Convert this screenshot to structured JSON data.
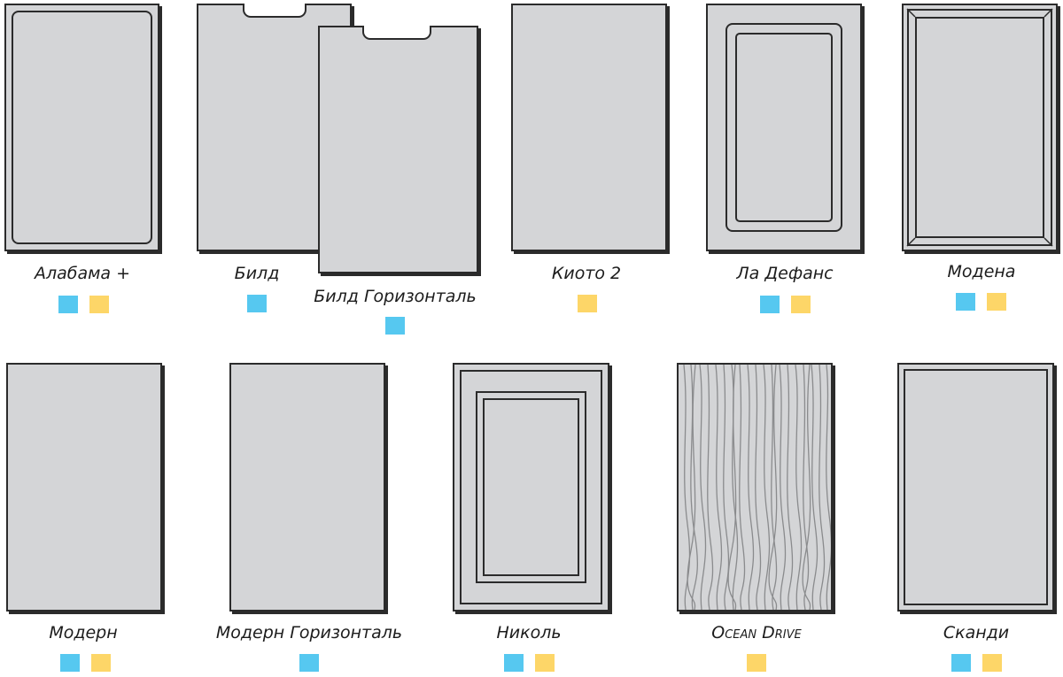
{
  "colors": {
    "blue": "#56c8f0",
    "yellow": "#fdd668",
    "door_fill": "#d4d5d7",
    "outline": "#2b2b2b"
  },
  "products": [
    {
      "name": "Алабама +",
      "swatches": [
        "blue",
        "yellow"
      ]
    },
    {
      "name": "Билд",
      "swatches": [
        "blue"
      ]
    },
    {
      "name": "Билд Горизонталь",
      "swatches": [
        "blue"
      ]
    },
    {
      "name": "Киото 2",
      "swatches": [
        "yellow"
      ]
    },
    {
      "name": "Ла Дефанс",
      "swatches": [
        "blue",
        "yellow"
      ]
    },
    {
      "name": "Модена",
      "swatches": [
        "blue",
        "yellow"
      ]
    },
    {
      "name": "Модерн",
      "swatches": [
        "blue",
        "yellow"
      ]
    },
    {
      "name": "Модерн Горизонталь",
      "swatches": [
        "blue"
      ]
    },
    {
      "name": "Николь",
      "swatches": [
        "blue",
        "yellow"
      ]
    },
    {
      "name": "Ocean Drive",
      "swatches": [
        "yellow"
      ]
    },
    {
      "name": "Сканди",
      "swatches": [
        "blue",
        "yellow"
      ]
    }
  ]
}
